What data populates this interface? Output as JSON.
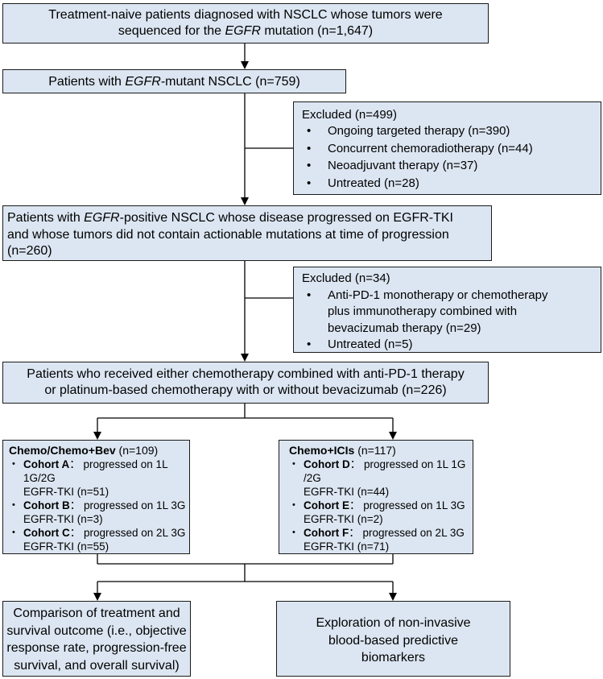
{
  "box1": {
    "line1": "Treatment-naive patients diagnosed with NSCLC whose tumors were",
    "line2_pre": "sequenced for the ",
    "line2_em": "EGFR",
    "line2_post": " mutation (n=1,647)"
  },
  "box2": {
    "pre": "Patients with ",
    "em": "EGFR",
    "post": "-mutant NSCLC (n=759)"
  },
  "excl1": {
    "title": "Excluded (n=499)",
    "items": [
      "Ongoing targeted therapy (n=390)",
      "Concurrent chemoradiotherapy (n=44)",
      "Neoadjuvant therapy (n=37)",
      "Untreated (n=28)"
    ]
  },
  "box3": {
    "line1_pre": "Patients with ",
    "line1_em": "EGFR",
    "line1_post": "-positive NSCLC whose disease progressed on EGFR-TKI",
    "line2": "and whose tumors did not contain actionable mutations at time of progression",
    "line3": "(n=260)"
  },
  "excl2": {
    "title": "Excluded (n=34)",
    "item1_l1": "Anti-PD-1 monotherapy or chemotherapy",
    "item1_l2": "plus immunotherapy combined with",
    "item1_l3": "bevacizumab therapy (n=29)",
    "item2": "Untreated (n=5)"
  },
  "box4": {
    "line1": "Patients who received either chemotherapy combined with anti-PD-1 therapy",
    "line2": "or platinum-based chemotherapy with or without bevacizumab (n=226)"
  },
  "left_group": {
    "title_bold": "Chemo/Chemo+Bev",
    "title_rest": " (n=109)",
    "cohorts": [
      {
        "name": "Cohort A",
        "l1": "： progressed on 1L 1G/2G",
        "l2": "EGFR-TKI (n=51)"
      },
      {
        "name": "Cohort B",
        "l1": "： progressed on 1L 3G",
        "l2": "EGFR-TKI (n=3)"
      },
      {
        "name": "Cohort C",
        "l1": "： progressed on 2L 3G",
        "l2": "EGFR-TKI (n=55)"
      }
    ]
  },
  "right_group": {
    "title_bold": "Chemo+ICIs",
    "title_rest": " (n=117)",
    "cohorts": [
      {
        "name": "Cohort D",
        "l1": "： progressed on 1L 1G /2G",
        "l2": "EGFR-TKI (n=44)"
      },
      {
        "name": "Cohort E",
        "l1": "： progressed on 1L 3G",
        "l2": "EGFR-TKI (n=2)"
      },
      {
        "name": "Cohort F",
        "l1": "： progressed on 2L 3G",
        "l2": "EGFR-TKI (n=71)"
      }
    ]
  },
  "outcome_left": {
    "l1": "Comparison of treatment and",
    "l2": "survival outcome (i.e., objective",
    "l3": "response rate, progression-free",
    "l4": "survival, and overall survival)"
  },
  "outcome_right": {
    "l1": "Exploration of non-invasive",
    "l2": "blood-based predictive",
    "l3": "biomarkers"
  }
}
